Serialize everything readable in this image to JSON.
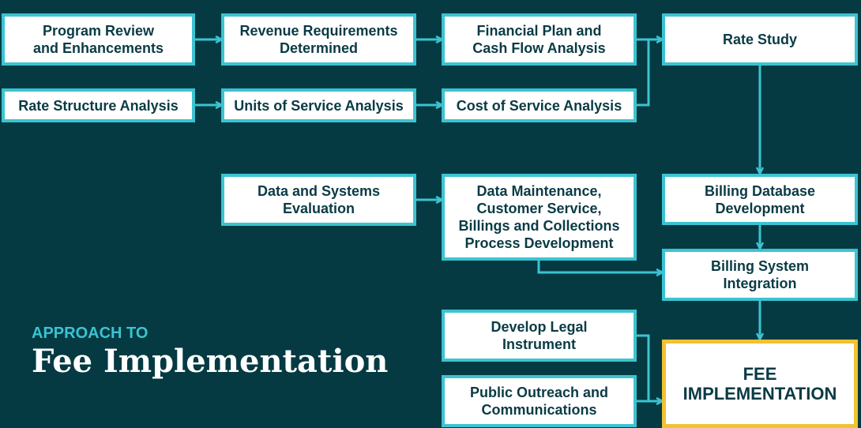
{
  "title": {
    "kicker": "APPROACH TO",
    "main": "Fee Implementation"
  },
  "boxes": {
    "program_review": "Program Review\nand Enhancements",
    "revenue_requirements": "Revenue Requirements\nDetermined",
    "financial_plan": "Financial Plan and\nCash Flow Analysis",
    "rate_study": "Rate Study",
    "rate_structure": "Rate Structure Analysis",
    "units_of_service": "Units of Service Analysis",
    "cost_of_service": "Cost of Service Analysis",
    "data_systems": "Data and Systems\nEvaluation",
    "data_maintenance": "Data Maintenance,\nCustomer Service,\nBillings and Collections\nProcess Development",
    "billing_database": "Billing Database\nDevelopment",
    "billing_system": "Billing System\nIntegration",
    "legal_instrument": "Develop Legal\nInstrument",
    "public_outreach": "Public Outreach and\nCommunications",
    "fee_implementation": "FEE\nIMPLEMENTATION"
  },
  "colors": {
    "background": "#053a42",
    "box_border": "#3cc3d1",
    "final_border": "#f1c232",
    "text": "#0a3b44"
  }
}
